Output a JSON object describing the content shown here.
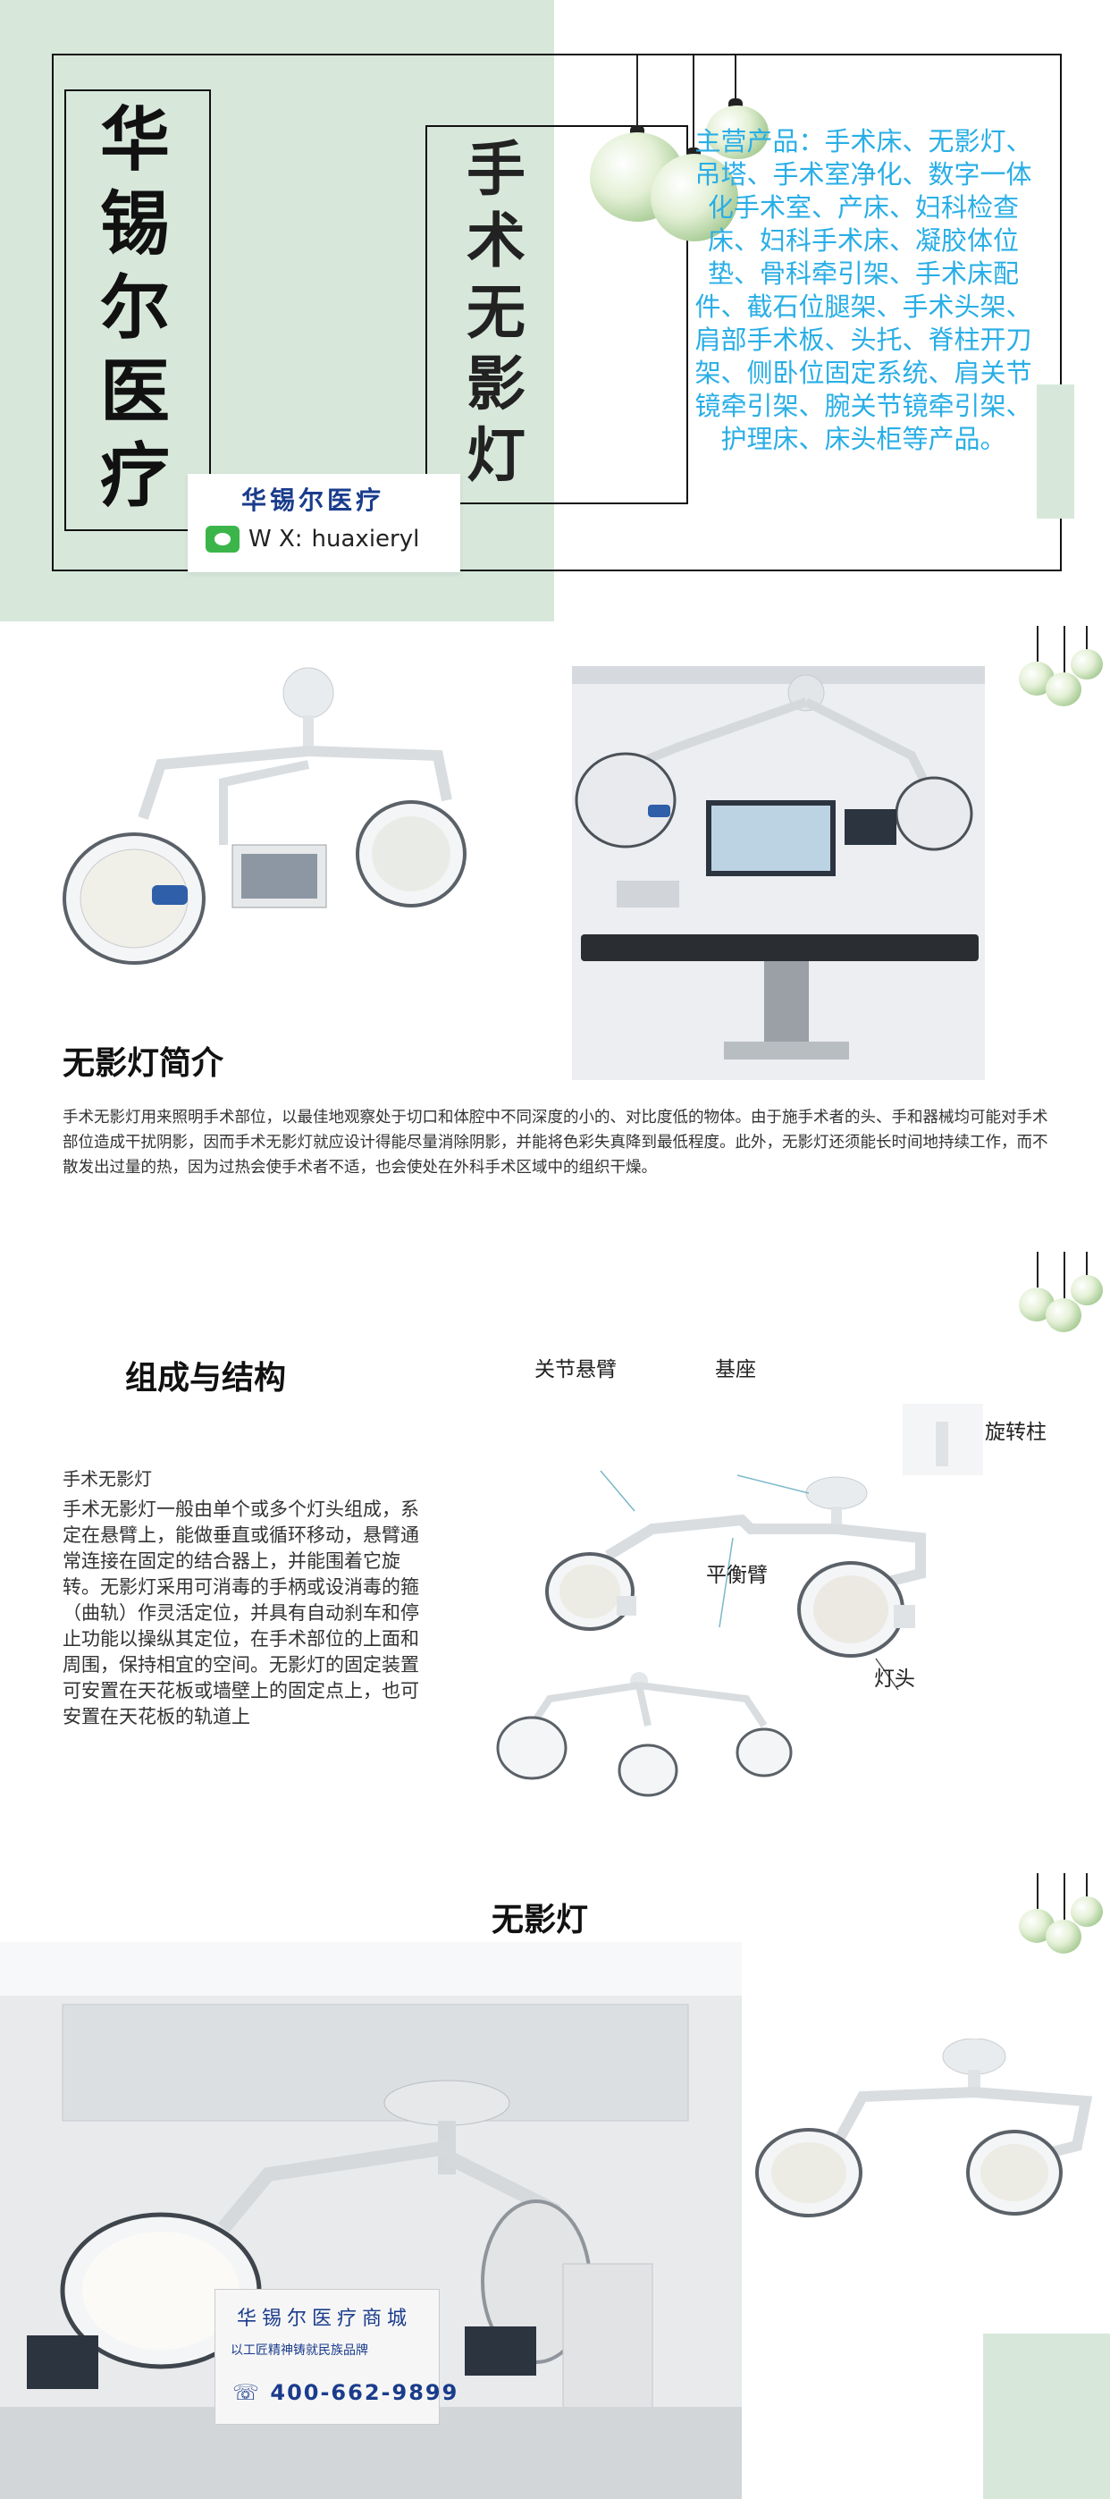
{
  "header": {
    "brand_title": "华锡尔医疗",
    "product_title": "手术无影灯",
    "card_brand": "华锡尔医疗",
    "wx_label": "W X:",
    "wx_id": "huaxieryl",
    "main_products": "主营产品：手术床、无影灯、吊塔、手术室净化、数字一体化手术室、产床、妇科检查床、妇科手术床、凝胶体位垫、骨科牵引架、手术床配件、截石位腿架、手术头架、肩部手术板、头托、脊柱开刀架、侧卧位固定系统、肩关节镜牵引架、腕关节镜牵引架、护理床、床头柜等产品。"
  },
  "intro": {
    "title": "无影灯简介",
    "text": "手术无影灯用来照明手术部位，以最佳地观察处于切口和体腔中不同深度的小的、对比度低的物体。由于施手术者的头、手和器械均可能对手术部位造成干扰阴影，因而手术无影灯就应设计得能尽量消除阴影，并能将色彩失真降到最低程度。此外，无影灯还须能长时间地持续工作，而不散发出过量的热，因为过热会使手术者不适，也会使处在外科手术区域中的组织干燥。"
  },
  "structure": {
    "title": "组成与结构",
    "subtitle": "手术无影灯",
    "text": "手术无影灯一般由单个或多个灯头组成，系定在悬臂上，能做垂直或循环移动，悬臂通常连接在固定的结合器上，并能围着它旋转。无影灯采用可消毒的手柄或设消毒的箍（曲轨）作灵活定位，并具有自动刹车和停止功能以操纵其定位，在手术部位的上面和周围，保持相宜的空间。无影灯的固定装置可安置在天花板或墙壁上的固定点上，也可安置在天花板的轨道上",
    "labels": {
      "joint_arm": "关节悬臂",
      "base": "基座",
      "rotating_column": "旋转柱",
      "balance_arm": "平衡臂",
      "lamp_head": "灯头"
    }
  },
  "gallery": {
    "title": "无影灯",
    "sign_line1": "华锡尔医疗商城",
    "sign_line2": "以工匠精神铸就民族品牌",
    "sign_phone": "400-662-9899"
  },
  "colors": {
    "accent_green": "#d7e8db",
    "product_text_blue": "#29aee6",
    "brand_navy": "#1a3c8c"
  }
}
